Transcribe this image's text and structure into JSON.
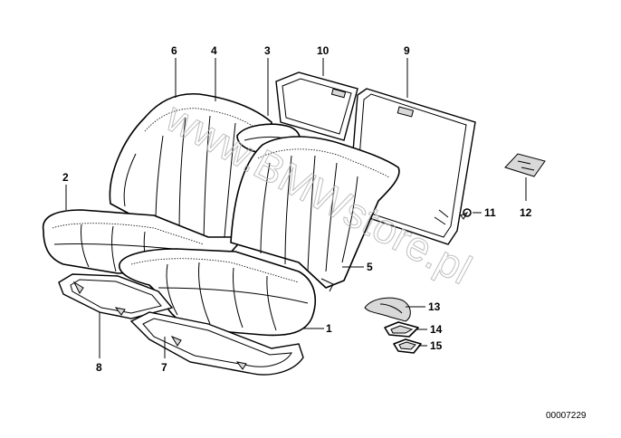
{
  "callouts": {
    "c1": "1",
    "c2": "2",
    "c3": "3",
    "c4": "4",
    "c5": "5",
    "c6": "6",
    "c7": "7",
    "c8": "8",
    "c9": "9",
    "c10": "10",
    "c11": "11",
    "c12": "12",
    "c13": "13",
    "c14": "14",
    "c15": "15"
  },
  "watermark": "www.BMWstore.pl",
  "document_number": "00007229"
}
